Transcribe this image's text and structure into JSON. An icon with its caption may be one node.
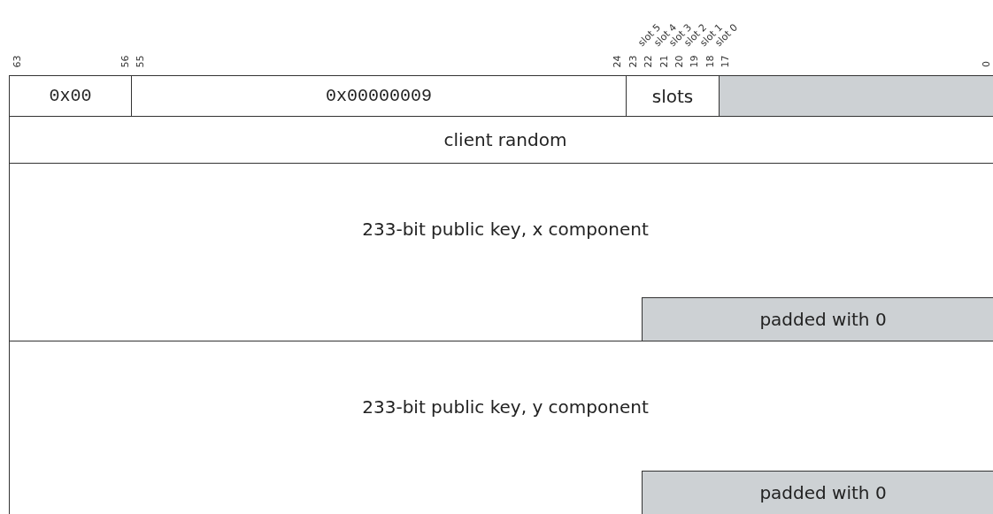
{
  "diagram": {
    "nodes": [
      {
        "text": [
          "0x00"
        ]
      },
      {
        "text": [
          "0x00000009"
        ]
      },
      {
        "text": [
          "slots"
        ]
      },
      {
        "text": [],
        "shape": "box"
      },
      {
        "text": [
          "client random"
        ]
      },
      {
        "text": [
          "233-bit public key, x component"
        ]
      },
      {
        "text": [
          "padded with 0"
        ],
        "in": 5
      },
      {
        "text": [
          "233-bit public key, y component"
        ]
      },
      {
        "text": [
          "padded with 0"
        ],
        "in": 7
      }
    ],
    "edges": [],
    "labels": [
      "slot 5",
      "slot 4",
      "slot 3",
      "slot 2",
      "slot 1",
      "slot 0",
      "63",
      "56",
      "55",
      "24",
      "23",
      "22",
      "21",
      "20",
      "19",
      "18",
      "17",
      "0"
    ]
  }
}
